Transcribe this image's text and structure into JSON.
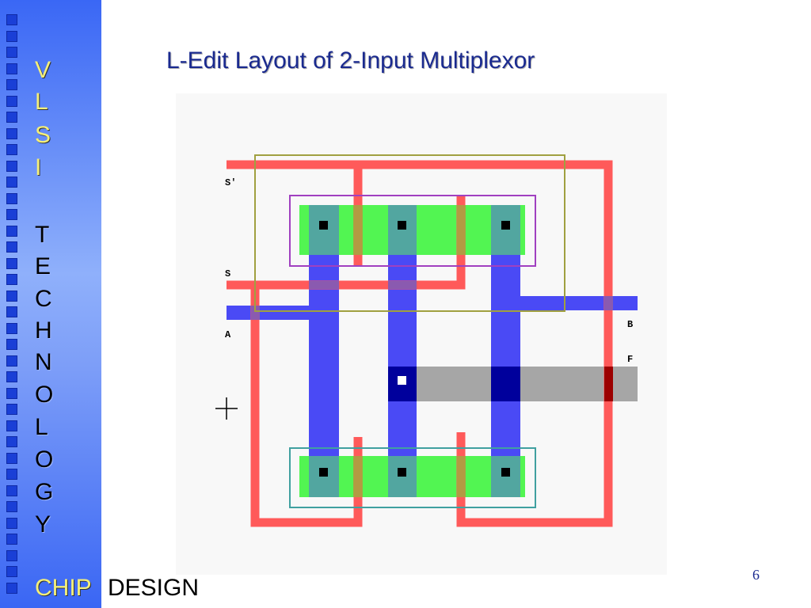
{
  "sidebar": {
    "vlsi_letters": [
      "V",
      "L",
      "S",
      "I"
    ],
    "technology_letters": [
      "T",
      "E",
      "C",
      "H",
      "N",
      "O",
      "L",
      "O",
      "G",
      "Y"
    ],
    "footer_chip": "CHIP",
    "footer_design": "DESIGN"
  },
  "slide": {
    "title": "L-Edit Layout of 2-Input Multiplexor",
    "page_number": "6"
  },
  "layout_labels": {
    "s_bar": "S'",
    "s": "S",
    "a": "A",
    "b": "B",
    "f": "F"
  },
  "colors": {
    "poly": "#ff5a5a",
    "metal": "#4a4af5",
    "active": "#52f552",
    "overlap": "#52a6a0",
    "contact": "#000000",
    "output_line": "#a6a6a6",
    "via": "#00009c",
    "pselect": "#a040c0",
    "nselect": "#40a0a0",
    "nwell": "#a0a040"
  }
}
